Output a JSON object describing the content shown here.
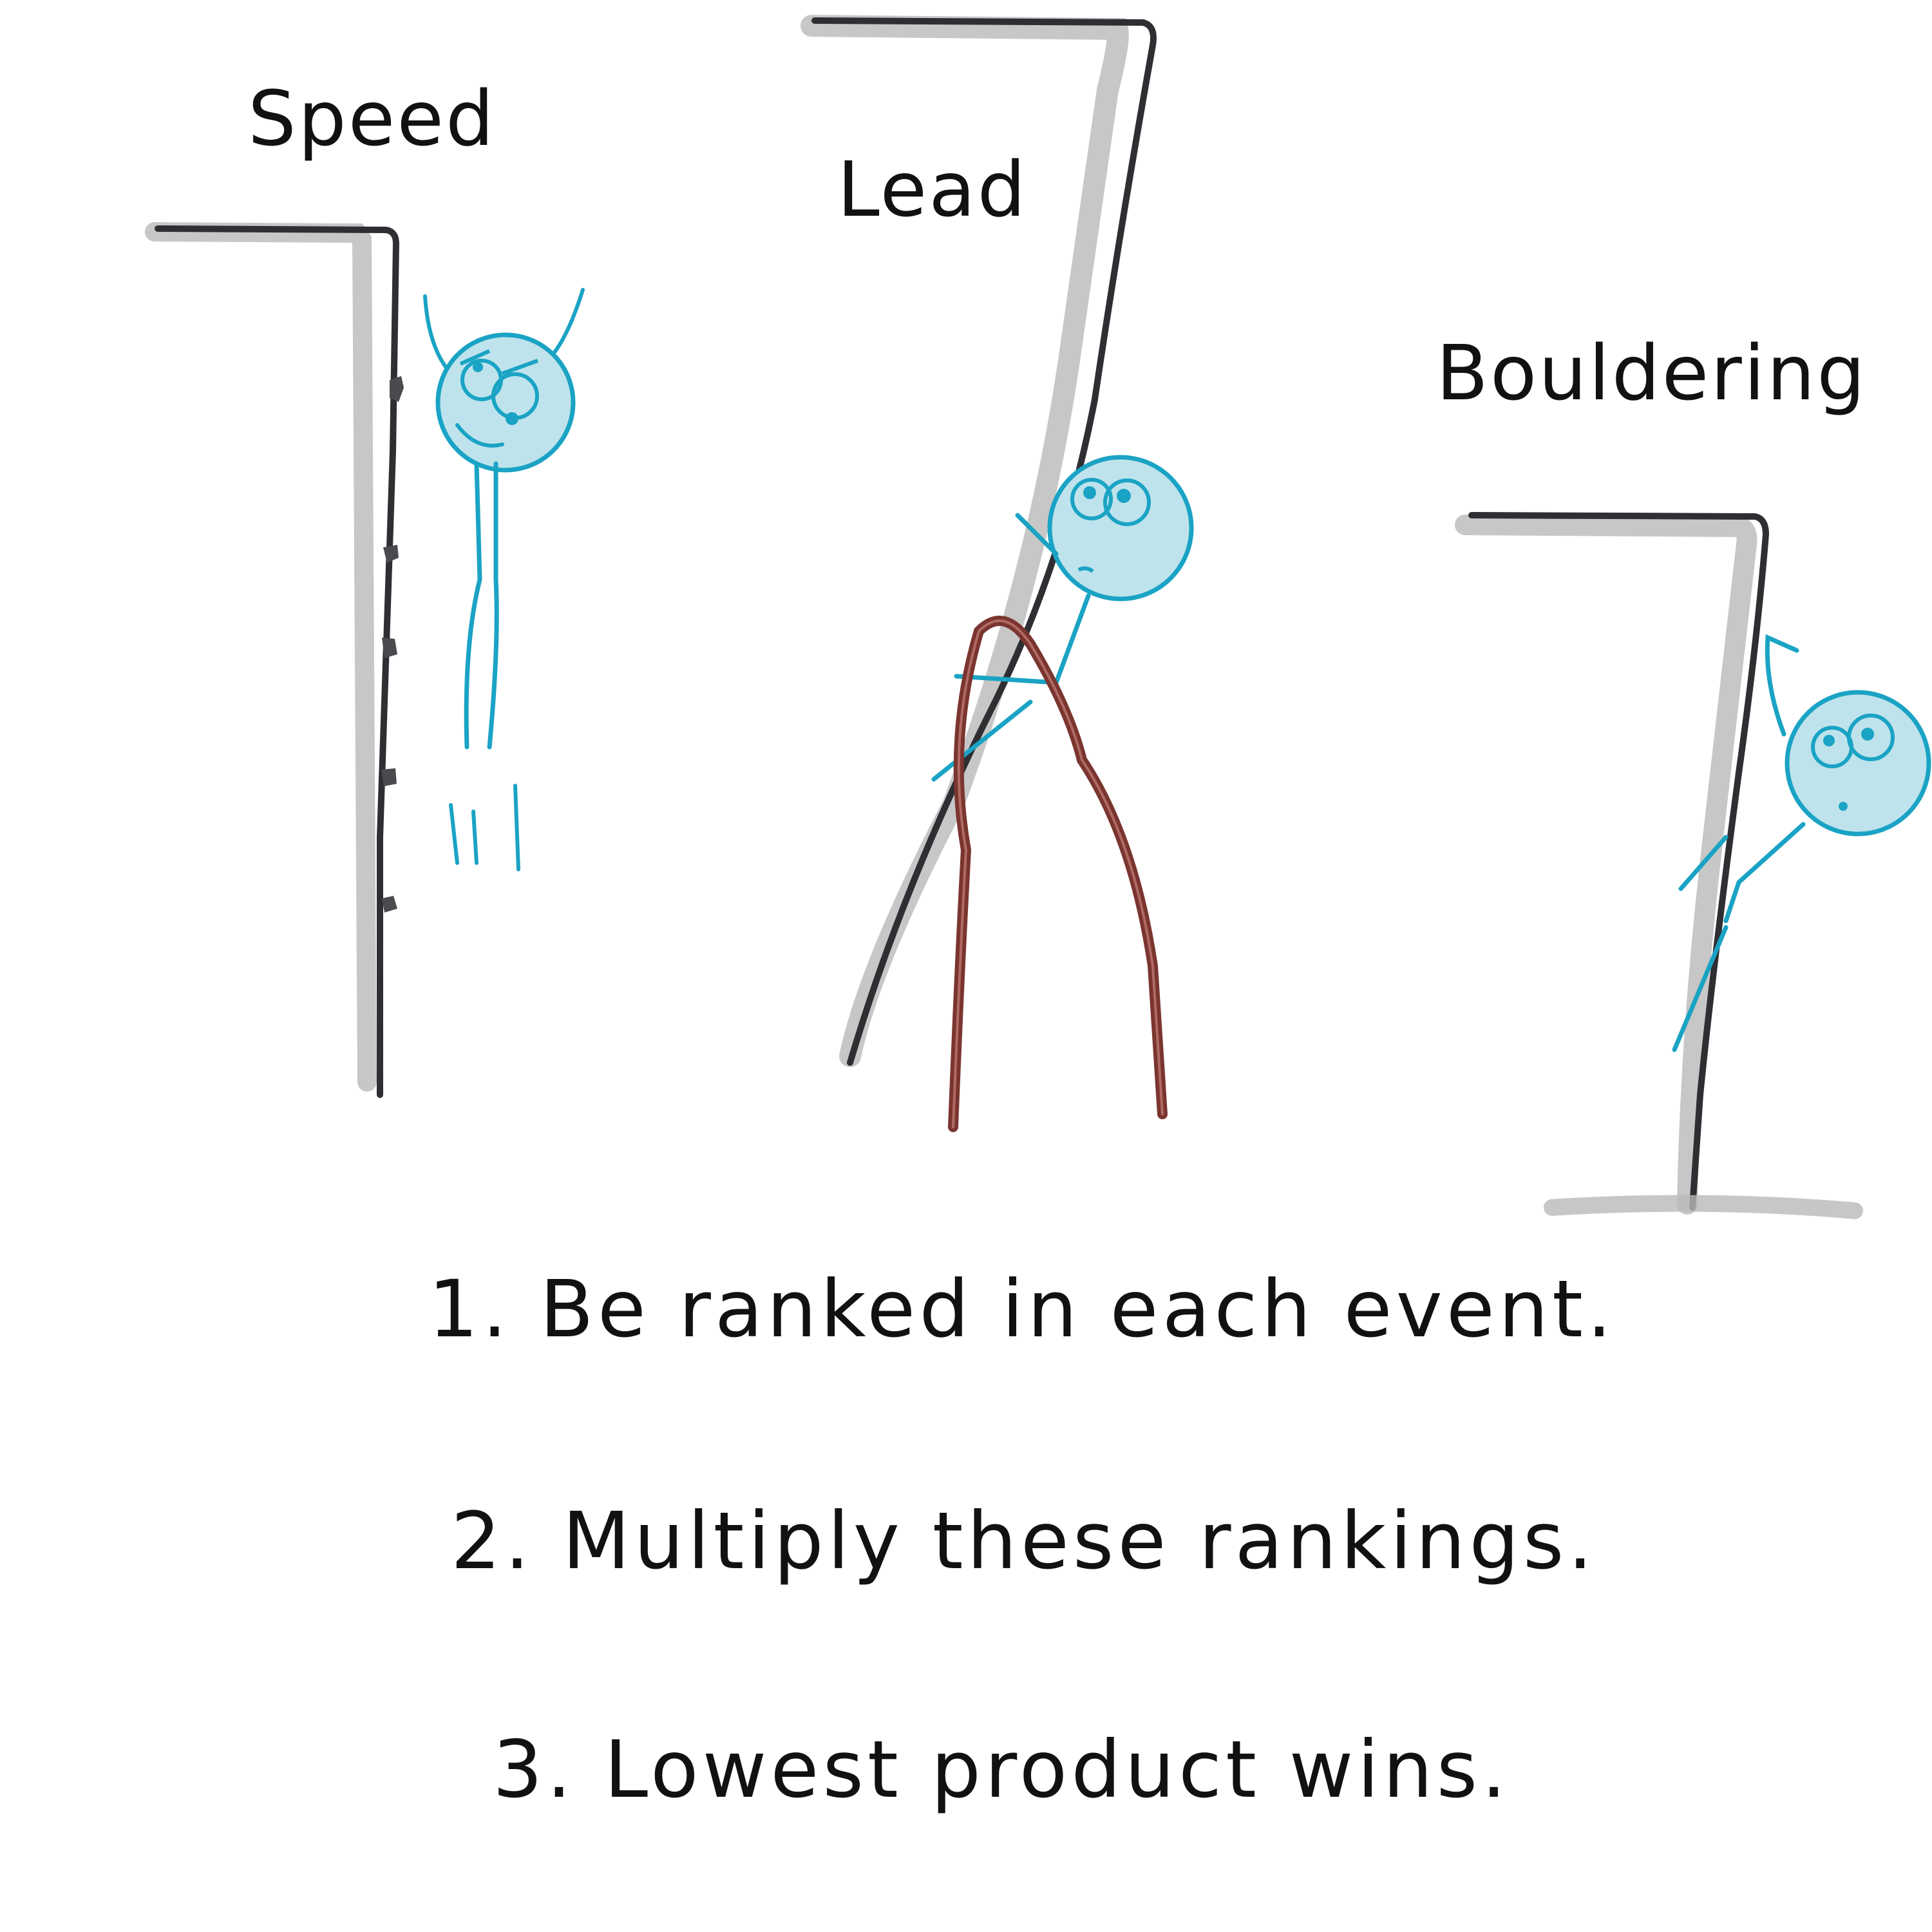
{
  "events": {
    "speed": "Speed",
    "lead": "Lead",
    "bouldering": "Bouldering"
  },
  "rules": [
    "1. Be ranked in each event.",
    "2. Multiply these rankings.",
    "3. Lowest product wins."
  ],
  "colors": {
    "wall": "#2e2e33",
    "wall_shading": "#b9b9b9",
    "climber": "#1aa3c4",
    "climber_fill": "#bfe3ec",
    "rope": "#7a3530",
    "ink": "#111111"
  }
}
